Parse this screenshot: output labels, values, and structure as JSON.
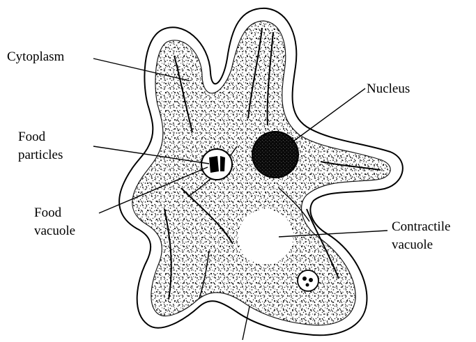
{
  "diagram": {
    "labels": {
      "cytoplasm": "Cytoplasm",
      "nucleus": "Nucleus",
      "food_particles": "Food\nparticles",
      "food_vacuole": "Food\nvacuole",
      "contractile_vacuole": "Contractile\nvacuole"
    }
  }
}
